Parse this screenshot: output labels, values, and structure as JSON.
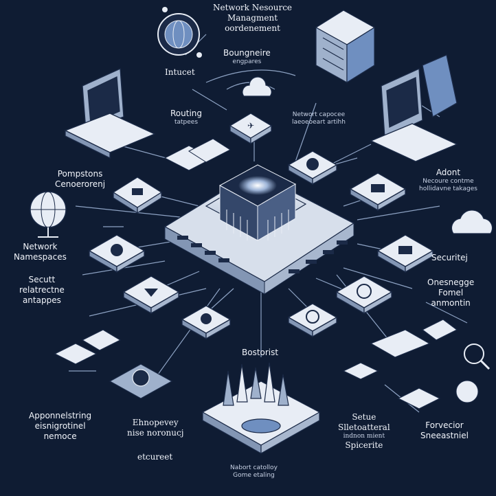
{
  "colors": {
    "background": "#0f1c33",
    "line": "#8ea3c4",
    "device_light": "#e8edf5",
    "device_mid": "#9fb1cc",
    "device_dark": "#1b2a47",
    "accent": "#6f8fc0"
  },
  "labels": {
    "top_title_1": "Network Nesource",
    "top_title_2": "Managment",
    "top_title_3": "oordenement",
    "top_sub_1": "Boungneire",
    "top_sub_2": "engpares",
    "intucet": "Intucet",
    "routing_1": "Routing",
    "routing_2": "tatpees",
    "networt_cap_1": "Networt capocee",
    "networt_cap_2": "laeoeoeart artihh",
    "pomp_1": "Pompstons",
    "pomp_2": "Cenoerorenj",
    "adont_1": "Adont",
    "adont_2": "Necoure contme",
    "adont_3": "hollidavne takages",
    "ns_1": "Network",
    "ns_2": "Namespaces",
    "sec_1": "Secutt",
    "sec_2": "relatrectne",
    "sec_3": "antappes",
    "securitej": "Securitej",
    "onesne_1": "Onesnegge",
    "onesne_2": "Fomel",
    "onesne_3": "anmontin",
    "bostorist": "Bostorist",
    "appon_1": "Apponnelstring",
    "appon_2": "eisnigrotinel",
    "appon_3": "nemoce",
    "ehno_1": "Ehnopevey",
    "ehno_2": "nise noronucj",
    "etcureet": "etcureet",
    "setue_1": "Setue",
    "setue_2": "Slletoatteral",
    "setue_3": "indnon mient",
    "setue_4": "Spicerite",
    "fore_1": "Forvecior",
    "fore_2": "Sneeastniel",
    "bottom_1": "Nabort catolloy",
    "bottom_2": "Gome etaling"
  }
}
